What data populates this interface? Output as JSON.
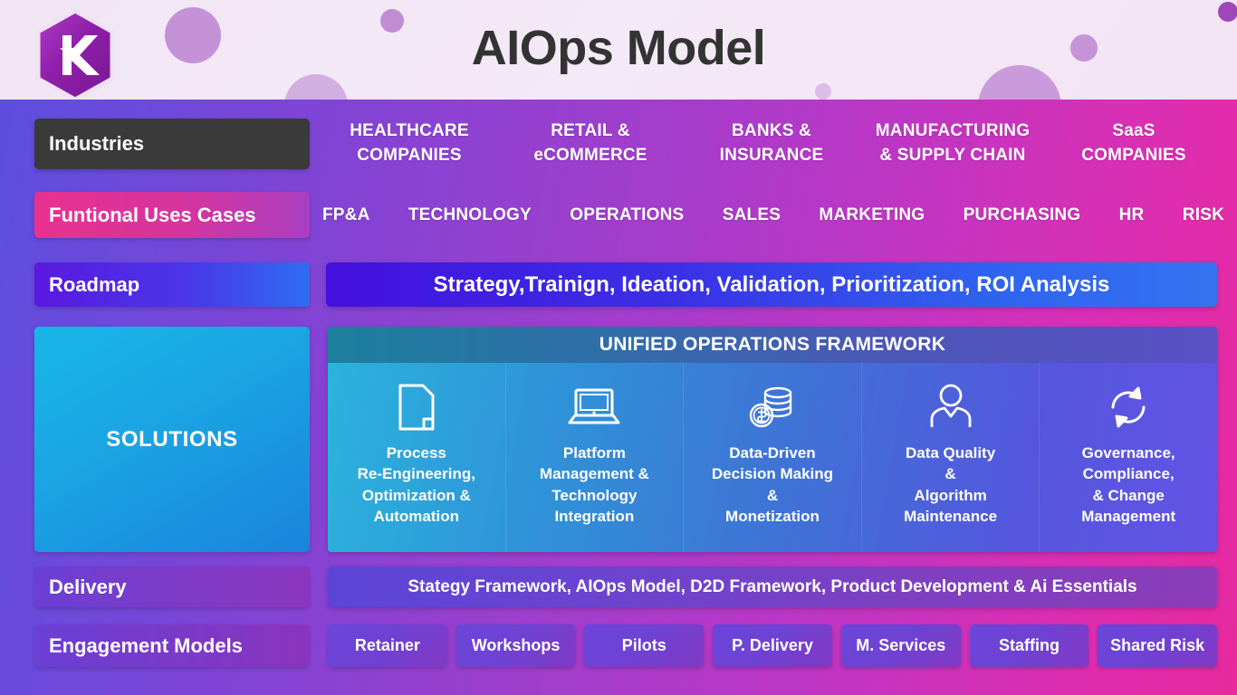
{
  "header": {
    "title": "AIOps Model",
    "logo_icon": "hexagon-k-logo"
  },
  "rows": {
    "industries": {
      "label": "Industries",
      "items": [
        "HEALTHCARE\nCOMPANIES",
        "RETAIL &\neCOMMERCE",
        "BANKS &\nINSURANCE",
        "MANUFACTURING\n& SUPPLY CHAIN",
        "SaaS\nCOMPANIES"
      ]
    },
    "functional_use_cases": {
      "label": "Funtional Uses Cases",
      "items": [
        "FP&A",
        "TECHNOLOGY",
        "OPERATIONS",
        "SALES",
        "MARKETING",
        "PURCHASING",
        "HR",
        "RISK"
      ]
    },
    "roadmap": {
      "label": "Roadmap",
      "content": "Strategy,Trainign,  Ideation, Validation, Prioritization, ROI Analysis"
    },
    "solutions": {
      "label": "SOLUTIONS",
      "framework_title": "UNIFIED OPERATIONS FRAMEWORK",
      "cards": [
        {
          "icon": "document-page-icon",
          "text": "Process\nRe-Engineering,\nOptimization &\nAutomation"
        },
        {
          "icon": "laptop-icon",
          "text": "Platform\nManagement &\nTechnology\nIntegration"
        },
        {
          "icon": "coins-money-icon",
          "text": "Data-Driven\nDecision Making\n&\nMonetization"
        },
        {
          "icon": "person-user-icon",
          "text": "Data Quality\n&\nAlgorithm\nMaintenance"
        },
        {
          "icon": "refresh-cycle-icon",
          "text": "Governance,\nCompliance,\n& Change\nManagement"
        }
      ]
    },
    "delivery": {
      "label": "Delivery",
      "content": "Stategy Framework, AIOps Model, D2D Framework, Product Development & Ai Essentials"
    },
    "engagement_models": {
      "label": "Engagement Models",
      "items": [
        "Retainer",
        "Workshops",
        "Pilots",
        "P. Delivery",
        "M. Services",
        "Staffing",
        "Shared Risk"
      ]
    }
  },
  "colors": {
    "background_start": "#5b4fe0",
    "background_end": "#e8299f",
    "header_background": "#f2e6f5",
    "title_color": "#333333",
    "industries_label_bg": "#3a3a3a",
    "func_label_bg": "#e8318f",
    "roadmap_bg": "#4410dd",
    "solutions_bg": "#18b6e8",
    "text_color": "#ffffff"
  }
}
